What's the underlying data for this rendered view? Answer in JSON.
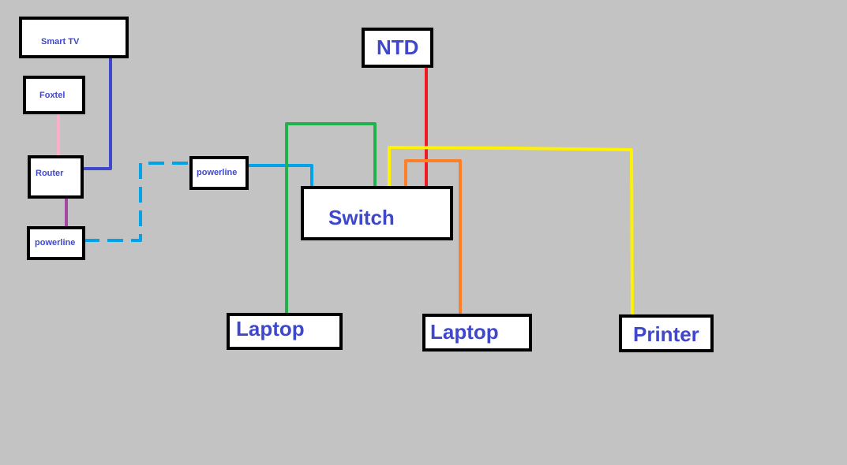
{
  "nodes": {
    "smart_tv": "Smart TV",
    "foxtel": "Foxtel",
    "router": "Router",
    "powerline_left": "powerline",
    "powerline_mid": "powerline",
    "ntd": "NTD",
    "switch": "Switch",
    "laptop_left": "Laptop",
    "laptop_right": "Laptop",
    "printer": "Printer"
  },
  "colors": {
    "background": "#c3c3c3",
    "box_fill": "#ffffff",
    "box_border": "#000000",
    "label": "#3f48cc",
    "tv_link": "#3f48cc",
    "foxtel_link": "#ffaec9",
    "router_powerline_link": "#a349a4",
    "powerline_link": "#00a2e8",
    "ntd_link": "#ed1c24",
    "laptop_left_link": "#22b14c",
    "laptop_right_link": "#ff7f27",
    "printer_link": "#fff200"
  }
}
